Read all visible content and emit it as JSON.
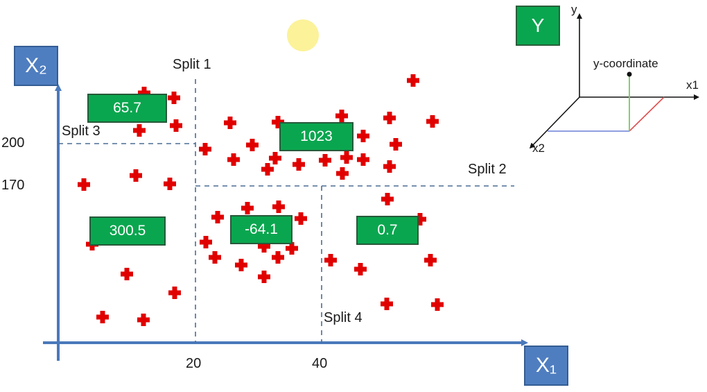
{
  "axes": {
    "x_label": "X₁",
    "y_label": "X₂",
    "target_label": "Y"
  },
  "ticks": {
    "x20": "20",
    "x40": "40",
    "y200": "200",
    "y170": "170"
  },
  "splits": {
    "s1": "Split 1",
    "s2": "Split 2",
    "s3": "Split 3",
    "s4": "Split 4"
  },
  "leaves": {
    "a": "65.7",
    "b": "1023",
    "c": "300.5",
    "d": "-64.1",
    "e": "0.7"
  },
  "inset": {
    "y_axis": "y",
    "x1_axis": "x1",
    "x2_axis": "x2",
    "point_label": "y-coordinate"
  },
  "colors": {
    "axis": "#4a78bb",
    "marker": "#e00000",
    "leaf": "#0aa64f",
    "split_line": "#4a6d94"
  }
}
